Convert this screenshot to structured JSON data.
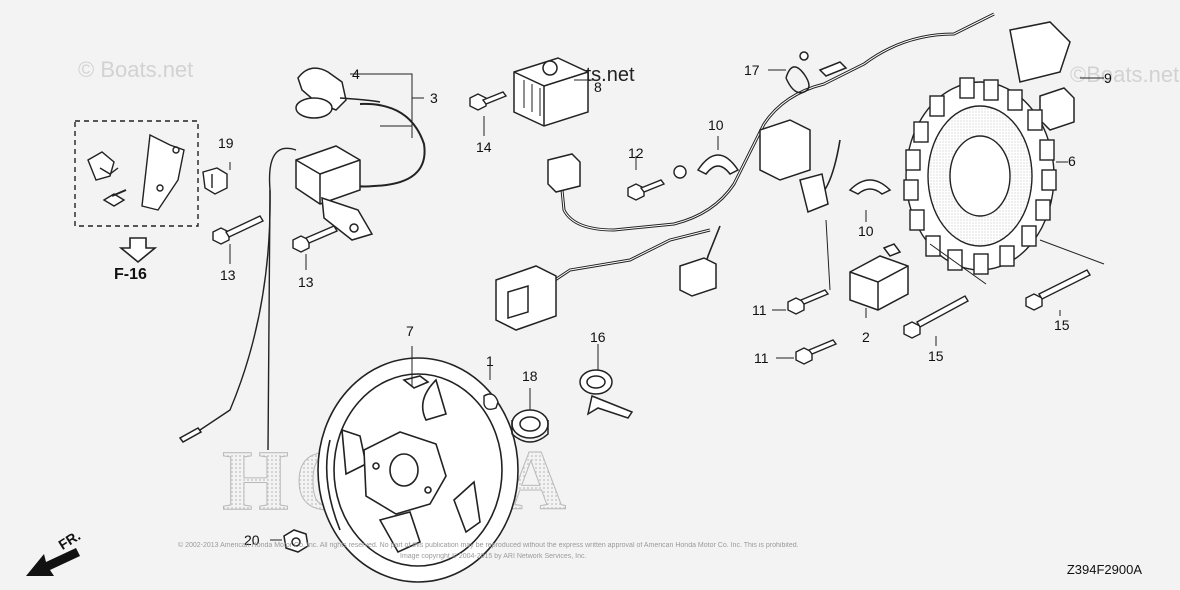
{
  "watermarks": [
    "© Boats.net",
    "©Boats.net",
    "Boats.net"
  ],
  "brand_text": "HONDA",
  "reference_label": "F-16",
  "direction_label": "FR.",
  "diagram_code": "Z394F2900A",
  "copyright_line_1": "© 2002-2013 American Honda Motor Co. Inc. All rights reserved. No part of this publication may be reproduced without the express written approval of American Honda Motor Co. Inc. This is prohibited.",
  "copyright_line_2": "Image copyright © 2004-2015 by ARI Network Services, Inc.",
  "callouts": {
    "c1": "1",
    "c2": "2",
    "c3": "3",
    "c4": "4",
    "c6": "6",
    "c7": "7",
    "c8": "8",
    "c9": "9",
    "c10a": "10",
    "c10b": "10",
    "c11a": "11",
    "c11b": "11",
    "c12": "12",
    "c13a": "13",
    "c13b": "13",
    "c14": "14",
    "c15a": "15",
    "c15b": "15",
    "c16": "16",
    "c17": "17",
    "c18": "18",
    "c19": "19",
    "c20": "20"
  }
}
